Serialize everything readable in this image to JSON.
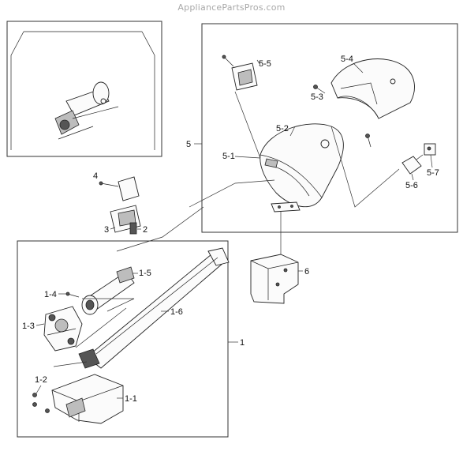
{
  "watermark": "AppliancePartsPros.com",
  "callouts": {
    "c1": "1",
    "c1_1": "1-1",
    "c1_2": "1-2",
    "c1_3": "1-3",
    "c1_4": "1-4",
    "c1_5": "1-5",
    "c1_6": "1-6",
    "c2": "2",
    "c3": "3",
    "c4": "4",
    "c5": "5",
    "c5_1": "5-1",
    "c5_2": "5-2",
    "c5_3": "5-3",
    "c5_4": "5-4",
    "c5_5": "5-5",
    "c5_6": "5-6",
    "c5_7": "5-7",
    "c6": "6"
  }
}
